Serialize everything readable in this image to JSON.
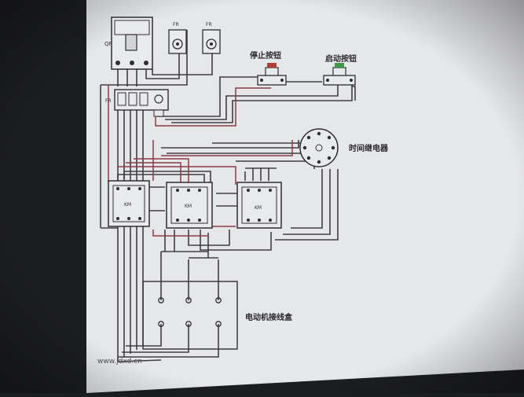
{
  "labels": {
    "qf": "QF",
    "fr_top": "FR",
    "fr_top_b": "FR",
    "fr_side": "FR",
    "stop_button": "停止按钮",
    "start_button": "启动按钮",
    "time_relay": "时间继电器",
    "km1": "KM",
    "km2": "KM",
    "km3": "KM",
    "motor_box": "电动机接线盒",
    "watermark": "www.jdxd.cn"
  },
  "colors": {
    "paper": "#e6e7e9",
    "frame": "#1c1d1f",
    "wire_dark": "#3f3e44",
    "wire_red": "#8a3a46",
    "component": "#e9eaec",
    "start_green": "#3f9a48",
    "stop_red": "#b43c34"
  }
}
